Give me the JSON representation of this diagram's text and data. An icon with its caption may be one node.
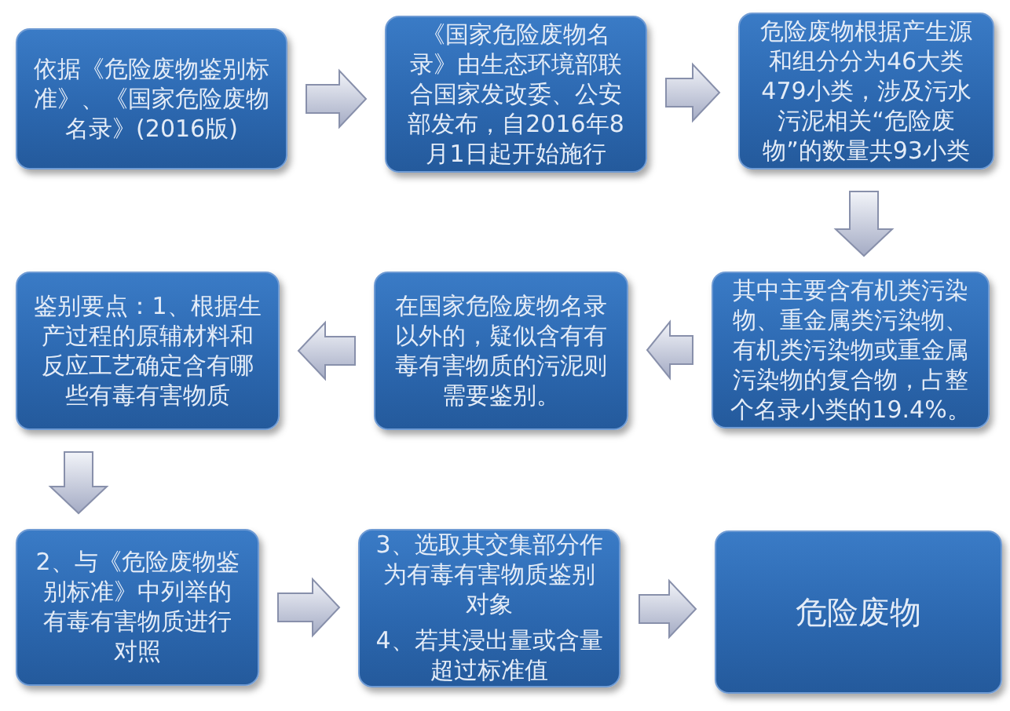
{
  "diagram": {
    "nodes": [
      {
        "text": [
          "依据《危险废物鉴别标准》、《国家危险废物名录》(2016版)"
        ]
      },
      {
        "text": [
          "《国家危险废物名录》由生态环境部联合国家发改委、公安部发布，自2016年8月1日起开始施行"
        ]
      },
      {
        "text": [
          "危险废物根据产生源和组分分为46大类479小类，涉及污水污泥相关“危险废物”的数量共93小类"
        ]
      },
      {
        "text": [
          "其中主要含有机类污染物、重金属类污染物、有机类污染物或重金属污染物的复合物，占整个名录小类的19.4%。"
        ]
      },
      {
        "text": [
          "在国家危险废物名录以外的，疑似含有有毒有害物质的污泥则需要鉴别。"
        ]
      },
      {
        "text": [
          "鉴别要点：1、根据生产过程的原辅材料和反应工艺确定含有哪些有毒有害物质"
        ]
      },
      {
        "text": [
          "2、与《危险废物鉴别标准》中列举的有毒有害物质进行对照"
        ]
      },
      {
        "text": [
          "3、选取其交集部分作为有毒有害物质鉴别对象",
          "4、若其浸出量或含量超过标准值"
        ]
      },
      {
        "text": [
          "危险废物"
        ]
      }
    ],
    "edges": [
      {
        "from": 0,
        "to": 1,
        "arrow": "to"
      },
      {
        "from": 1,
        "to": 2,
        "arrow": "to"
      },
      {
        "from": 2,
        "to": 3,
        "arrow": "to"
      },
      {
        "from": 3,
        "to": 4,
        "arrow": "to"
      },
      {
        "from": 4,
        "to": 5,
        "arrow": "to"
      },
      {
        "from": 5,
        "to": 6,
        "arrow": "to"
      },
      {
        "from": 6,
        "to": 7,
        "arrow": "to"
      },
      {
        "from": 7,
        "to": 8,
        "arrow": "to"
      }
    ]
  }
}
